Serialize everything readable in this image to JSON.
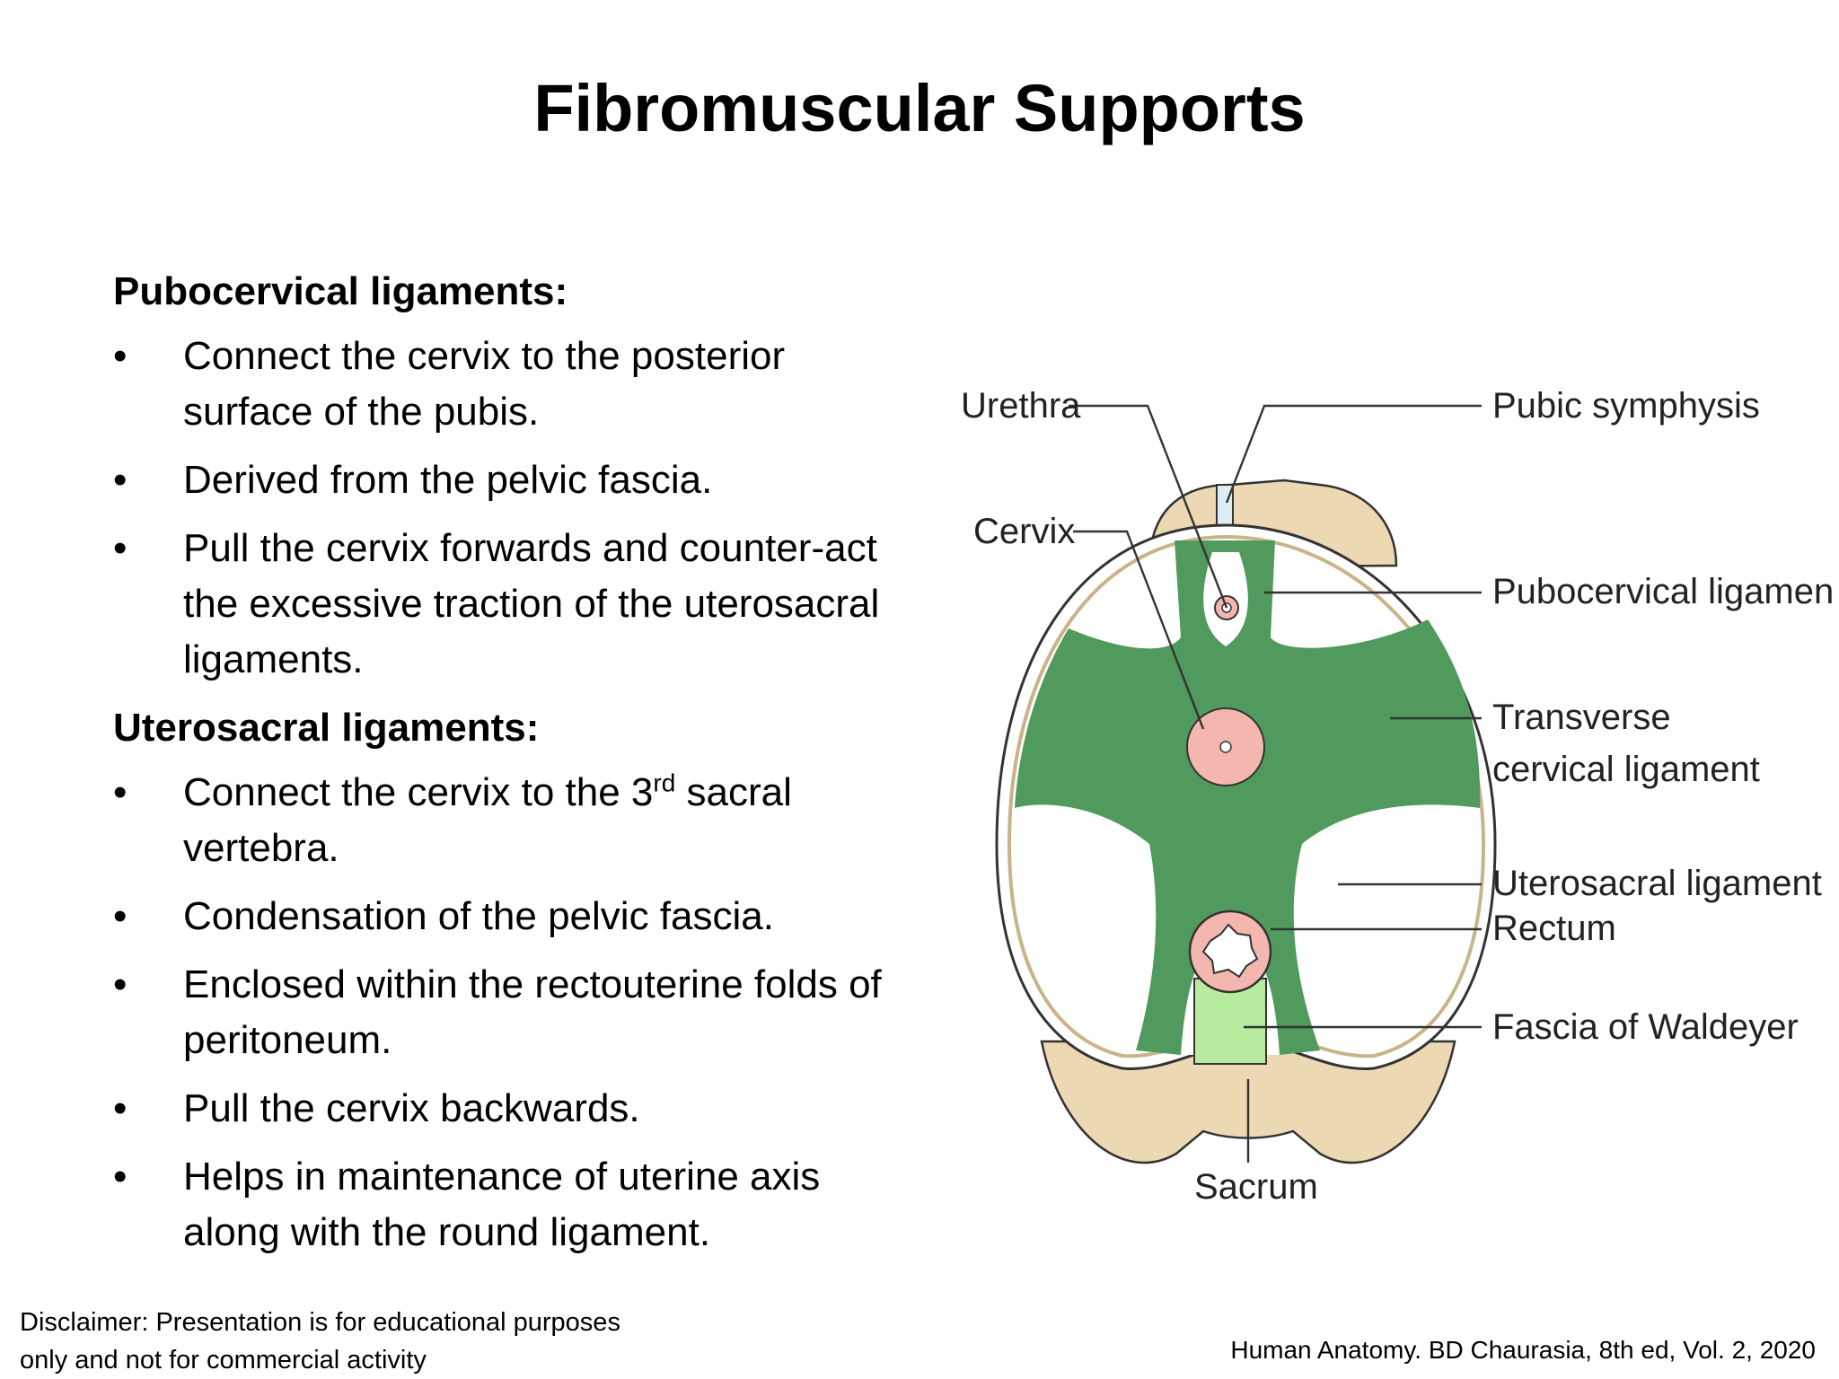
{
  "title": "Fibromuscular Supports",
  "sections": [
    {
      "heading": "Pubocervical ligaments:",
      "bullets": [
        {
          "text": "Connect the cervix to the posterior surface of the pubis."
        },
        {
          "text": "Derived from the pelvic fascia."
        },
        {
          "text": "Pull the cervix forwards and counter-act the excessive traction of the uterosacral ligaments."
        }
      ]
    },
    {
      "heading": "Uterosacral ligaments:",
      "bullets": [
        {
          "text_before": "Connect the cervix to the 3",
          "sup": "rd",
          "text_after": " sacral vertebra."
        },
        {
          "text": "Condensation of the pelvic fascia."
        },
        {
          "text": "Enclosed within the rectouterine folds of peritoneum."
        },
        {
          "text": "Pull the cervix backwards."
        },
        {
          "text": "Helps in maintenance of uterine axis along with the round ligament."
        }
      ]
    }
  ],
  "bullet_symbol": "•",
  "diagram": {
    "labels": {
      "urethra": "Urethra",
      "cervix": "Cervix",
      "pubic_symphysis": "Pubic symphysis",
      "pubocervical_ligament": "Pubocervical ligament",
      "transverse_1": "Transverse",
      "transverse_2": "cervical ligament",
      "uterosacral_ligament": "Uterosacral ligament",
      "rectum": "Rectum",
      "fascia_of_waldeyer": "Fascia of Waldeyer",
      "sacrum": "Sacrum"
    },
    "colors": {
      "ligament_green": "#4f9a5c",
      "bone_tan": "#ecd9b3",
      "organ_pink": "#f4b7b0",
      "fascia_light_green": "#b7ec9f"
    }
  },
  "disclaimer": {
    "line1": "Disclaimer: Presentation is for educational purposes",
    "line2": "only and not for commercial activity"
  },
  "credit": "Human Anatomy. BD Chaurasia, 8th ed, Vol. 2, 2020"
}
